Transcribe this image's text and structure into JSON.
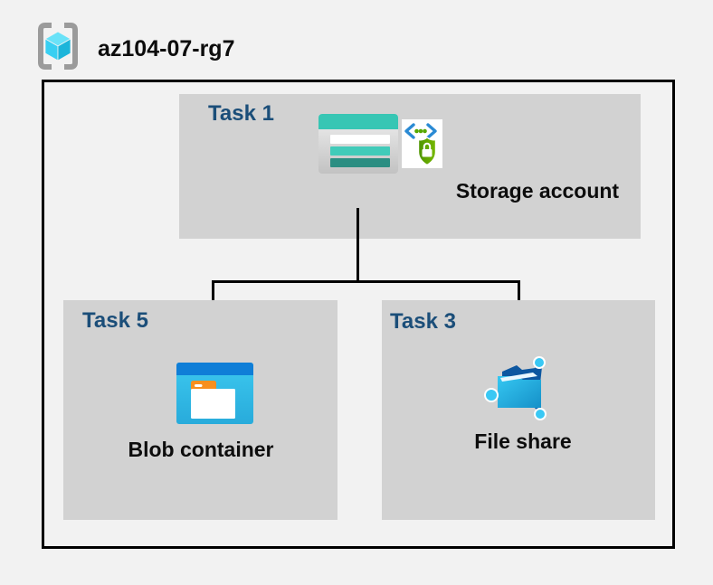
{
  "resource_group": {
    "name": "az104-07-rg7",
    "icon": "resource-group-icon"
  },
  "tasks": {
    "task1": {
      "label": "Task 1",
      "item": "Storage account",
      "icons": [
        "storage-account-icon",
        "secure-transfer-icon"
      ]
    },
    "task5": {
      "label": "Task 5",
      "item": "Blob container",
      "icons": [
        "blob-container-icon"
      ]
    },
    "task3": {
      "label": "Task 3",
      "item": "File share",
      "icons": [
        "file-share-icon"
      ]
    }
  },
  "connectors": [
    {
      "from": "storage-account",
      "to": "blob-container"
    },
    {
      "from": "storage-account",
      "to": "file-share"
    }
  ],
  "colors": {
    "background": "#f2f2f2",
    "task_box_fill": "#d2d2d2",
    "task_label": "#1b4e79",
    "item_label": "#0d0d0d",
    "connector": "#000000",
    "boundary_border": "#000000",
    "storage_teal": "#37c6b4",
    "storage_teal_dark": "#2b8e82",
    "blob_header_blue": "#0f7ed7",
    "blob_body_cyan": "#31bce6",
    "folder_tab_orange": "#f78f1e",
    "secure_green": "#56a800",
    "secure_bracket_blue": "#2a8ad4",
    "fileshare_navy": "#0d57a0",
    "fileshare_cyan": "#39c8f4",
    "cube_top": "#69e2f8",
    "cube_left": "#38cff2",
    "cube_right": "#1cb5da",
    "bracket_gray": "#9b9b9b"
  }
}
